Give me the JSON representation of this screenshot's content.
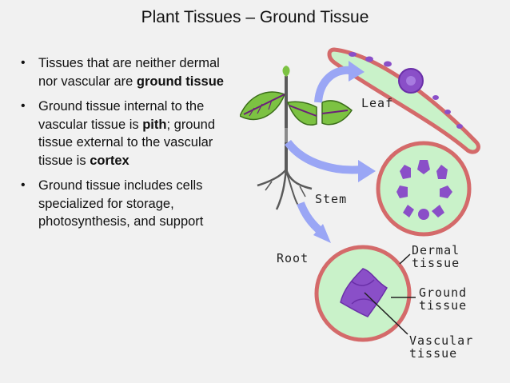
{
  "slide": {
    "title": "Plant Tissues – Ground Tissue",
    "bullets": [
      {
        "parts": [
          {
            "text": "Tissues that are neither dermal nor vascular are "
          },
          {
            "text": "ground tissue",
            "bold": true
          }
        ]
      },
      {
        "parts": [
          {
            "text": "Ground tissue internal to the vascular tissue is "
          },
          {
            "text": "pith",
            "bold": true
          },
          {
            "text": "; ground tissue external to the vascular tissue is "
          },
          {
            "text": "cortex",
            "bold": true
          }
        ]
      },
      {
        "parts": [
          {
            "text": "Ground tissue includes cells specialized for storage, photosynthesis, and support"
          }
        ]
      }
    ]
  },
  "diagram": {
    "labels": {
      "leaf": "Leaf",
      "stem": "Stem",
      "root": "Root",
      "dermal_1": "Dermal",
      "dermal_2": "tissue",
      "ground_1": "Ground",
      "ground_2": "tissue",
      "vascular_1": "Vascular",
      "vascular_2": "tissue"
    },
    "colors": {
      "dermal": "#d46a6a",
      "ground": "#c9f2c9",
      "vascular": "#8a4fc8",
      "arrow": "#9aa6f5",
      "leaf": "#7cc242",
      "stem": "#5a5a5a"
    }
  }
}
